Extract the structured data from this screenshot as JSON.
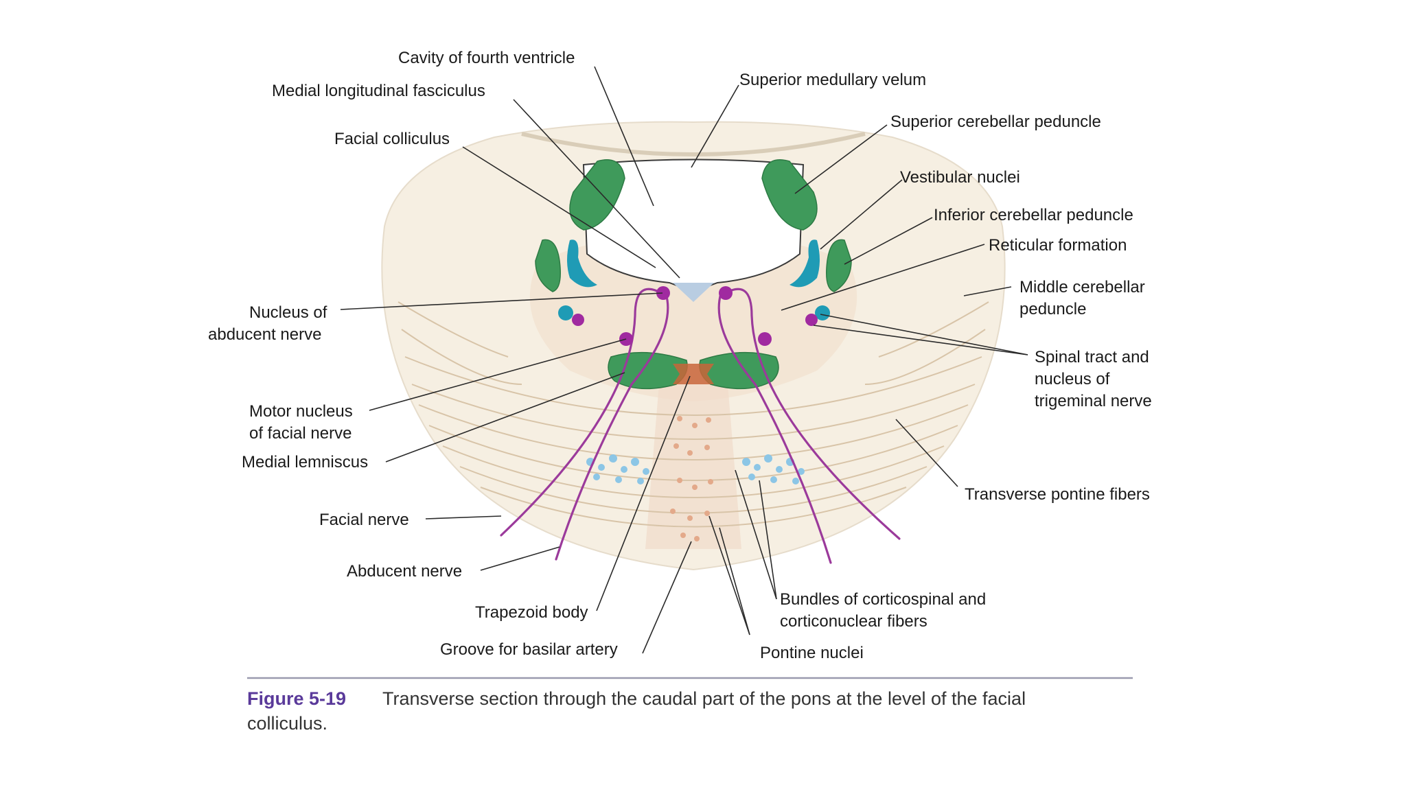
{
  "labels": {
    "cavity": "Cavity of fourth ventricle",
    "mlf": "Medial longitudinal fasciculus",
    "superior_medullary_velum": "Superior medullary velum",
    "superior_cerebellar_peduncle": "Superior cerebellar peduncle",
    "facial_colliculus": "Facial colliculus",
    "vestibular_nuclei": "Vestibular nuclei",
    "inferior_cerebellar_peduncle": "Inferior cerebellar peduncle",
    "reticular_formation": "Reticular formation",
    "middle_cerebellar_peduncle_1": "Middle cerebellar",
    "middle_cerebellar_peduncle_2": "peduncle",
    "nucleus_abducent_1": "Nucleus of",
    "nucleus_abducent_2": "abducent nerve",
    "spinal_tract_1": "Spinal tract and",
    "spinal_tract_2": "nucleus of",
    "spinal_tract_3": "trigeminal nerve",
    "motor_nucleus_1": "Motor nucleus",
    "motor_nucleus_2": "of facial nerve",
    "medial_lemniscus": "Medial lemniscus",
    "transverse_pontine": "Transverse pontine fibers",
    "facial_nerve": "Facial nerve",
    "abducent_nerve": "Abducent nerve",
    "bundles_1": "Bundles of corticospinal and",
    "bundles_2": "corticonuclear fibers",
    "trapezoid_body": "Trapezoid body",
    "groove": "Groove for basilar artery",
    "pontine_nuclei": "Pontine nuclei"
  },
  "caption": {
    "figure": "Figure 5-19",
    "text_line1": "Transverse section through the caudal part of the pons at the level of the facial",
    "text_line2": "colliculus."
  },
  "colors": {
    "nucleus_green": "#3f9a5b",
    "nucleus_teal": "#1f9bb5",
    "nerve_purple": "#9b3a9b",
    "tissue": "#f6efe2",
    "caption_accent": "#5a3a9a"
  }
}
